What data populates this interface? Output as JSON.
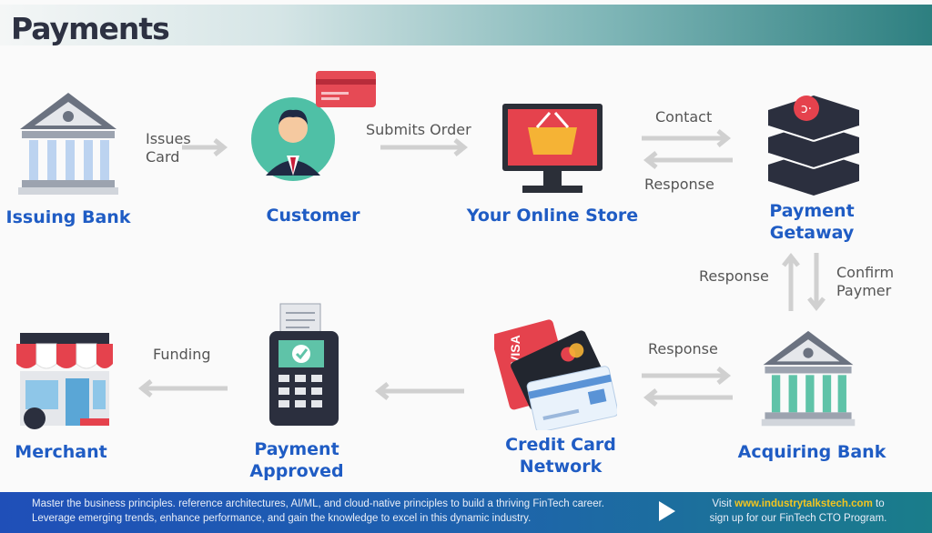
{
  "header": {
    "title": "Payments"
  },
  "nodes": {
    "issuing_bank": "Issuing Bank",
    "customer": "Customer",
    "online_store": "Your Online Store",
    "gateway_line1": "Payment",
    "gateway_line2": "Getaway",
    "acquiring_bank": "Acquiring Bank",
    "card_network_line1": "Credit Card",
    "card_network_line2": "Network",
    "approved_line1": "Payment",
    "approved_line2": "Approved",
    "merchant": "Merchant"
  },
  "arrows": {
    "issues_line1": "Issues",
    "issues_line2": "Card",
    "submits": "Submits Order",
    "contact": "Contact",
    "response_top": "Response",
    "response_vertical": "Response",
    "confirm_line1": "Confirm",
    "confirm_line2": "Paymer",
    "response_bottom": "Response",
    "funding": "Funding"
  },
  "banner": {
    "text": "Master the business principles. reference architectures, AI/ML, and cloud-native principles to build a thriving FinTech career. Leverage emerging trends, enhance performance, and gain the knowledge to excel in this dynamic industry.",
    "visit": "Visit",
    "url": "www.industrytalkstech.com",
    "to": "to",
    "signup": "sign up for our FinTech CTO Program."
  },
  "colors": {
    "label": "#1f5cc4",
    "teal": "#2d7f80",
    "banner": "#1f4fb8",
    "url": "#f3c520"
  }
}
